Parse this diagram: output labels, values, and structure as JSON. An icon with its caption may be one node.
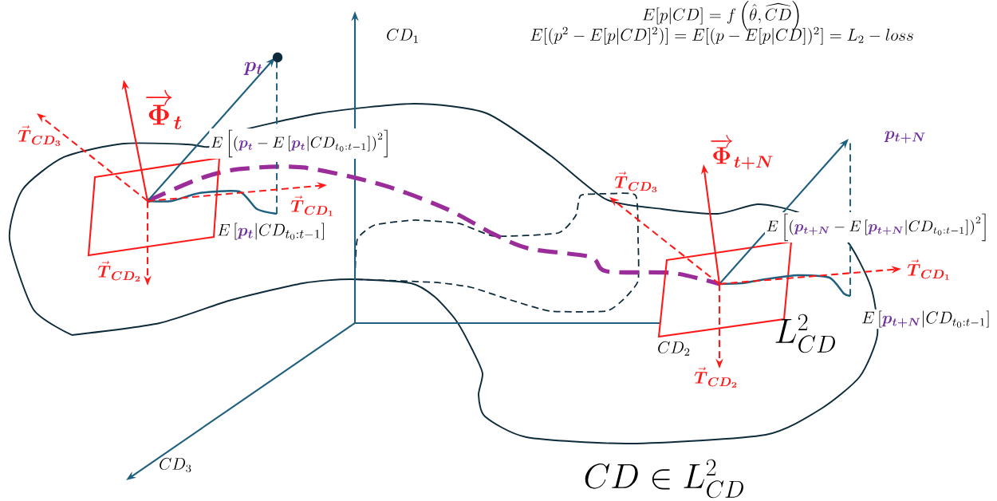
{
  "diagram": {
    "labels": [
      "E[p|CD] = f\\left(\\hat{\\theta}, \\widehat{CD}\\right)",
      "E[(p^2 - E[p|CD]^2)] = E[(p - E[p|CD])^2] = L_2 - loss",
      "CD_1",
      "\\boldsymbol{p_t}",
      "\\overrightarrow{\\boldsymbol{\\Phi}}_{\\boldsymbol{t}}",
      "\\vec{\\boldsymbol{T}}_{\\boldsymbol{CD_3}}",
      "E\\left[\\left({\\color[HTML]{7030A0}\\boldsymbol{p_t}} - E\\left[{\\color[HTML]{7030A0}\\boldsymbol{p_t}}|CD_{t_0:t-1}\\right]\\right)^2\\right]",
      "\\vec{\\boldsymbol{T}}_{\\boldsymbol{CD_1}}",
      "E\\left[{\\color[HTML]{7030A0}\\boldsymbol{p_t}}|CD_{t_0:t-1}\\right]",
      "\\vec{\\boldsymbol{T}}_{\\boldsymbol{CD_2}}",
      "\\vec{\\boldsymbol{T}}_{\\boldsymbol{CD_3}}",
      "\\overrightarrow{\\boldsymbol{\\Phi}}_{\\boldsymbol{t+N}}",
      "\\boldsymbol{p_{t+N}}",
      "E\\left[\\left({\\color[HTML]{7030A0}\\boldsymbol{p_{t+N}}} - E\\left[{\\color[HTML]{7030A0}\\boldsymbol{p_{t+N}}}|CD_{t_0:t-1}\\right]\\right)^2\\right]",
      "\\vec{\\boldsymbol{T}}_{\\boldsymbol{CD_1}}",
      "L^2_{CD}",
      "E\\left[{\\color[HTML]{7030A0}\\boldsymbol{p_{t+N}}}|CD_{t_0:t-1}\\right]",
      "CD_2",
      "\\vec{\\boldsymbol{T}}_{\\boldsymbol{CD_2}}",
      "CD_3",
      "CD \\in L^2_{CD}"
    ]
  }
}
